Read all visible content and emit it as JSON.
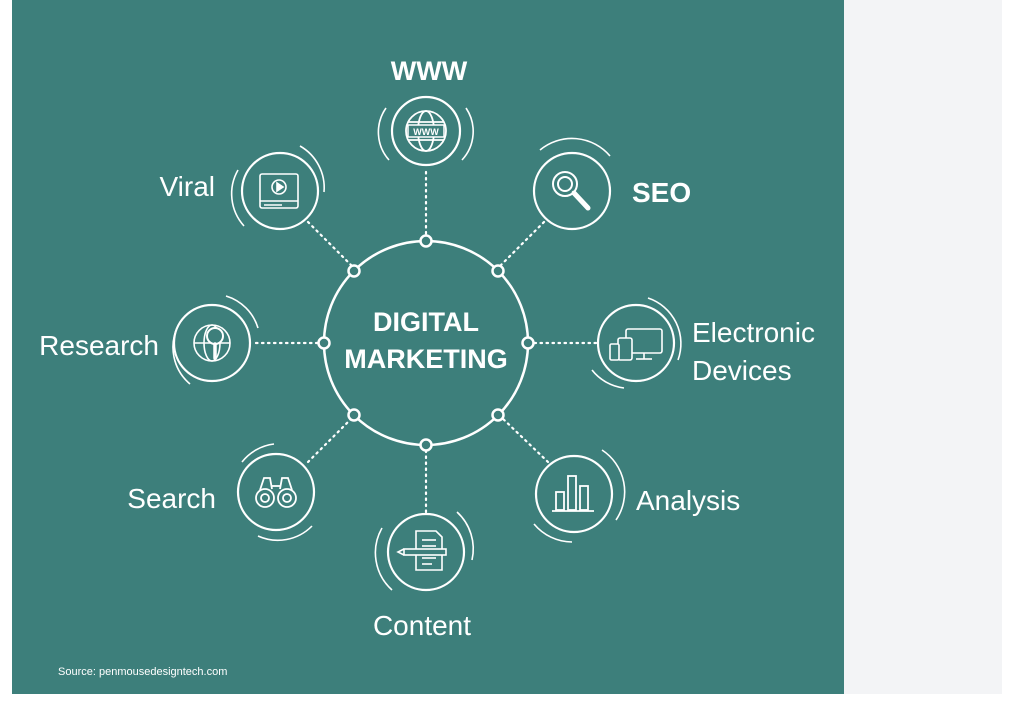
{
  "diagram": {
    "center_line1": "DIGITAL",
    "center_line2": "MARKETING",
    "labels": {
      "www": "WWW",
      "seo": "SEO",
      "electronic_line1": "Electronic",
      "electronic_line2": "Devices",
      "analysis": "Analysis",
      "content": "Content",
      "search": "Search",
      "research": "Research",
      "viral": "Viral"
    },
    "www_icon_text": "WWW",
    "source": "Source: penmousedesigntech.com"
  },
  "colors": {
    "panel_background": "#3d7f7b",
    "foreground": "#ffffff",
    "page_background": "#f3f4f6"
  },
  "icons": [
    "globe-www-icon",
    "magnifier-icon",
    "devices-icon",
    "bar-chart-icon",
    "document-pen-icon",
    "binoculars-icon",
    "globe-magnifier-icon",
    "video-player-icon"
  ]
}
